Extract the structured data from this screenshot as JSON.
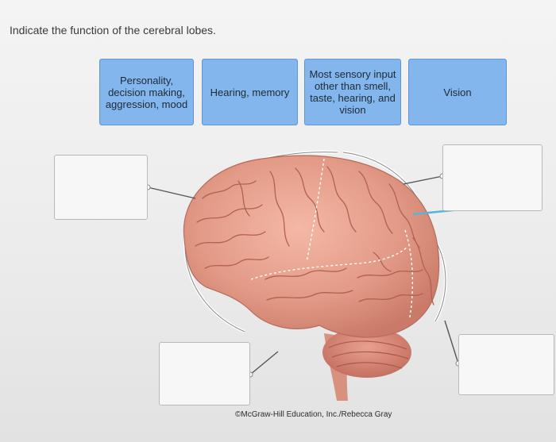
{
  "question": {
    "text": "Indicate the function of the cerebral lobes."
  },
  "labels": [
    {
      "text": "Personality, decision making, aggression, mood"
    },
    {
      "text": "Hearing, memory"
    },
    {
      "text": "Most sensory input other than smell, taste, hearing, and vision"
    },
    {
      "text": "Vision"
    }
  ],
  "drop_targets": [
    {
      "value": ""
    },
    {
      "value": ""
    },
    {
      "value": ""
    },
    {
      "value": ""
    }
  ],
  "credit": {
    "text": "©McGraw-Hill Education, Inc./Rebecca Gray"
  },
  "colors": {
    "tile_fill": "#82b6ec",
    "tile_border": "#5f96d2",
    "brain": "#e8a08e",
    "cerebellum": "#d98676",
    "leader_line": "#555555",
    "highlight_line": "#59b4d8"
  }
}
